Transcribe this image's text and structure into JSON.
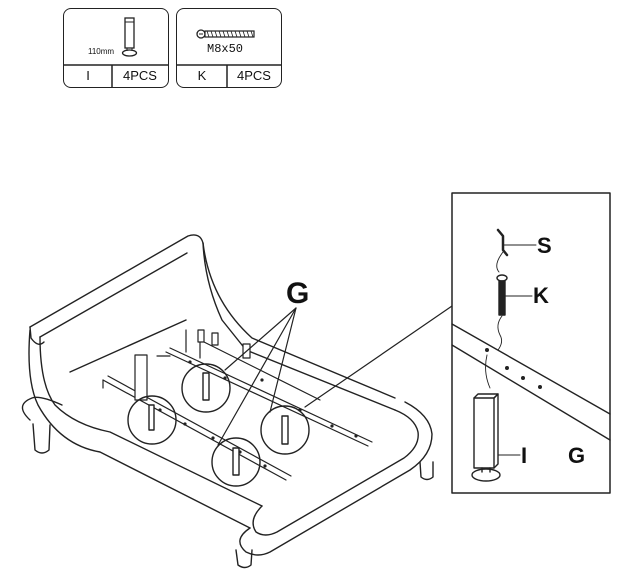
{
  "parts": [
    {
      "id": "I",
      "size_note": "110mm",
      "qty": "4PCS"
    },
    {
      "id": "K",
      "spec": "M8x50",
      "qty": "4PCS"
    }
  ],
  "callouts": {
    "group": "G",
    "detail_group": "G",
    "screw": "S",
    "bolt": "K",
    "leg": "I"
  }
}
